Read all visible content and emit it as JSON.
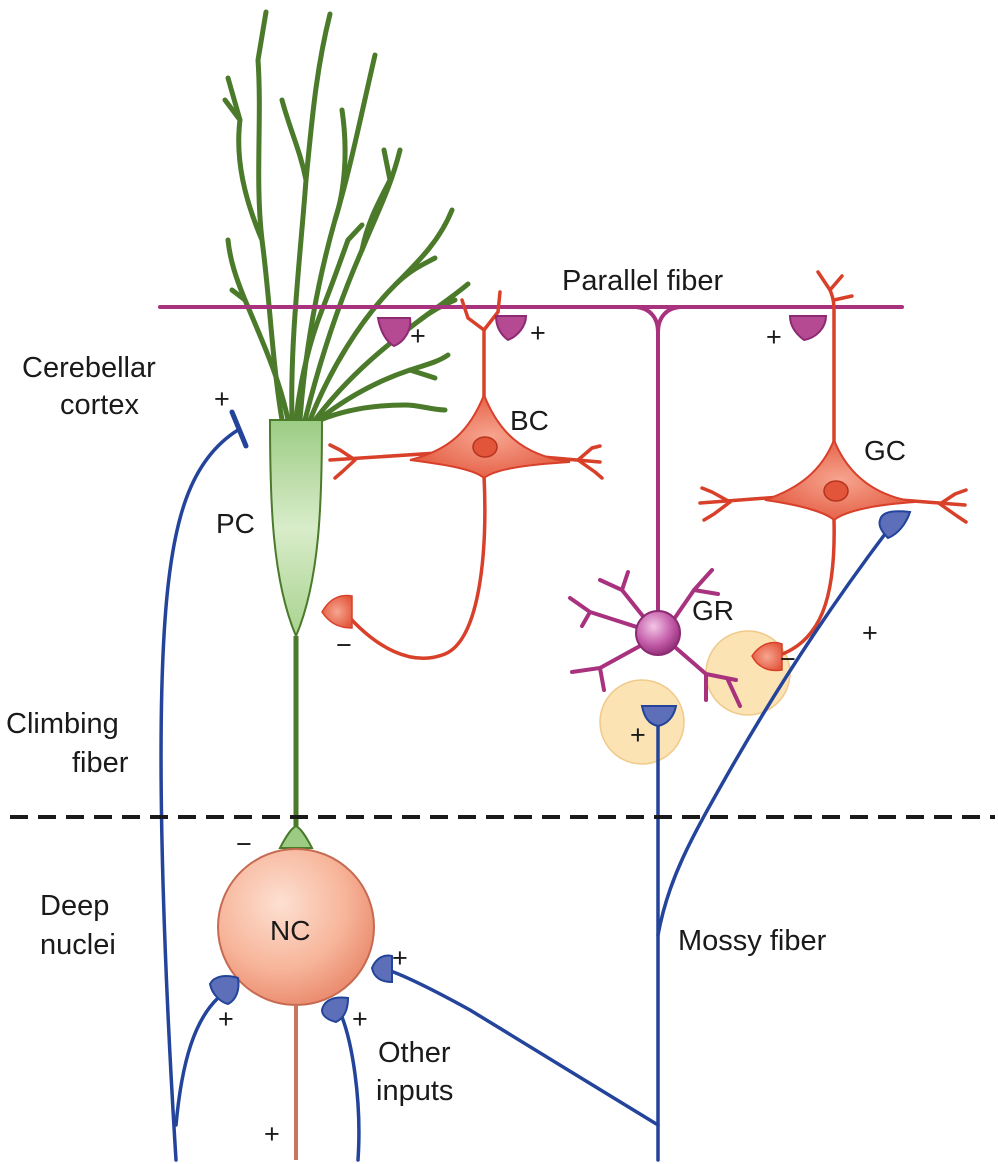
{
  "labels": {
    "parallel_fiber": "Parallel fiber",
    "cerebellar_cortex_1": "Cerebellar",
    "cerebellar_cortex_2": "cortex",
    "climbing_fiber_1": "Climbing",
    "climbing_fiber_2": "fiber",
    "deep_nuclei_1": "Deep",
    "deep_nuclei_2": "nuclei",
    "mossy_fiber": "Mossy fiber",
    "other_inputs_1": "Other",
    "other_inputs_2": "inputs"
  },
  "cells": {
    "pc": "PC",
    "bc": "BC",
    "gc": "GC",
    "gr": "GR",
    "nc": "NC"
  },
  "signs": {
    "plus": "+",
    "minus": "−"
  },
  "colors": {
    "purkinje_green": "#4a7a2a",
    "purkinje_body": "#bcdca6",
    "parallel_magenta": "#a8327e",
    "inhibitory_red": "#d8402a",
    "mossy_blue": "#23449a",
    "terminal_blue": "#5d6fb8",
    "nucleus_salmon": "#f2a88c",
    "highlight_yellow": "#fbe3b4"
  }
}
